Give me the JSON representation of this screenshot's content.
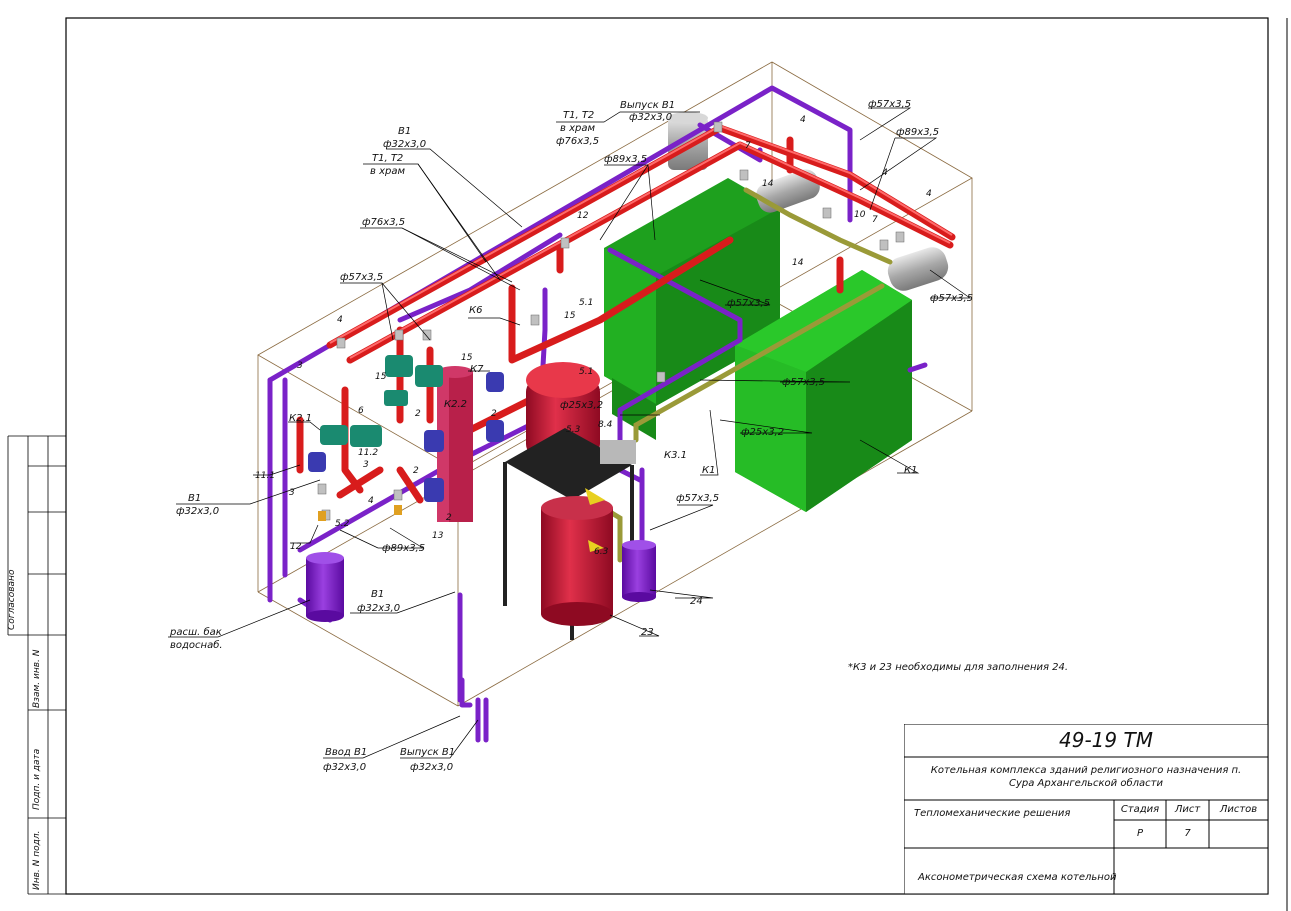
{
  "title_block": {
    "code": "49-19 ТМ",
    "project": "Котельная комплекса зданий религиозного назначения п. Сура Архангельской области",
    "section": "Тепломеханические решения",
    "stage_header": "Стадия",
    "sheet_header": "Лист",
    "sheets_header": "Листов",
    "stage": "Р",
    "sheet": "7",
    "sheets": "",
    "drawing_name": "Аксонометрическая схема котельной"
  },
  "side_stamp": {
    "agreed": "Согласовано",
    "replaces": "Взам. инв. N",
    "sign_date": "Подп. и дата",
    "inv_no": "Инв. N подл."
  },
  "note": "*К3 и 23 необходимы для заполнения 24.",
  "labels": {
    "vypusk_v1_top": "Выпуск В1",
    "d32_top": "ф32х3,0",
    "t1t2_top": "Т1, Т2",
    "v_hram_top": "в храм",
    "d76_top": "ф76х3,5",
    "v1_left": "В1",
    "d32_left": "ф32х3,0",
    "t1t2_left": "Т1, Т2",
    "v_hram_left": "в храм",
    "d76_left": "ф76х3,5",
    "d57_left": "ф57х3,5",
    "d89_mid": "ф89х3,5",
    "d57_tr": "ф57х3,5",
    "d89_tr": "ф89х3,5",
    "d57_right": "ф57х3,5",
    "d57_mid": "ф57х3,5",
    "d57_mid2": "ф57х3,5",
    "d25_mid": "ф25х3,2",
    "d25_tank": "ф25х3,2",
    "d57_bot": "ф57х3,5",
    "d89_bot": "ф89х3,5",
    "v1_bl": "В1",
    "d32_bl": "ф32х3,0",
    "v1_bm": "В1",
    "d32_bm": "ф32х3,0",
    "vvod_v1": "Ввод В1",
    "d32_vvod": "ф32х3,0",
    "vypusk_v1_bot": "Выпуск В1",
    "d32_vyp_bot": "ф32х3,0",
    "exp_tank_1": "расш. бак",
    "exp_tank_2": "водоснаб.",
    "k1_a": "К1",
    "k1_b": "К1",
    "k2_1": "К2.1",
    "k2_2": "К2.2",
    "k3_1": "К3.1",
    "k6": "К6",
    "k7": "К7",
    "n_4a": "4",
    "n_4b": "4",
    "n_4c": "4",
    "n_4d": "4",
    "n_4e": "4",
    "n_7a": "7",
    "n_7b": "7",
    "n_14a": "14",
    "n_14b": "14",
    "n_10": "10",
    "n_12a": "12",
    "n_12b": "12",
    "n_15a": "15",
    "n_15b": "15",
    "n_15c": "15",
    "n_5_1a": "5.1",
    "n_5_1b": "5.1",
    "n_3a": "3",
    "n_3b": "3",
    "n_3c": "3",
    "n_11_1": "11.1",
    "n_11_2": "11.2",
    "n_2a": "2",
    "n_2b": "2",
    "n_2c": "2",
    "n_2d": "2",
    "n_5_2": "5.2",
    "n_13": "13",
    "n_6": "6",
    "n_6_3": "6.3",
    "n_8_4": "8.4",
    "n_5_3": "5.3",
    "n_23": "23",
    "n_24": "24"
  },
  "colors": {
    "heating_supply": "#d81c1c",
    "cold_water": "#7a22c8",
    "boiler": "#1e9a1e",
    "gas": "#9a9a38",
    "pump": "#1a8a70",
    "hydro_separator": "#b8204a",
    "grey_equipment": "#b8b8b8"
  }
}
